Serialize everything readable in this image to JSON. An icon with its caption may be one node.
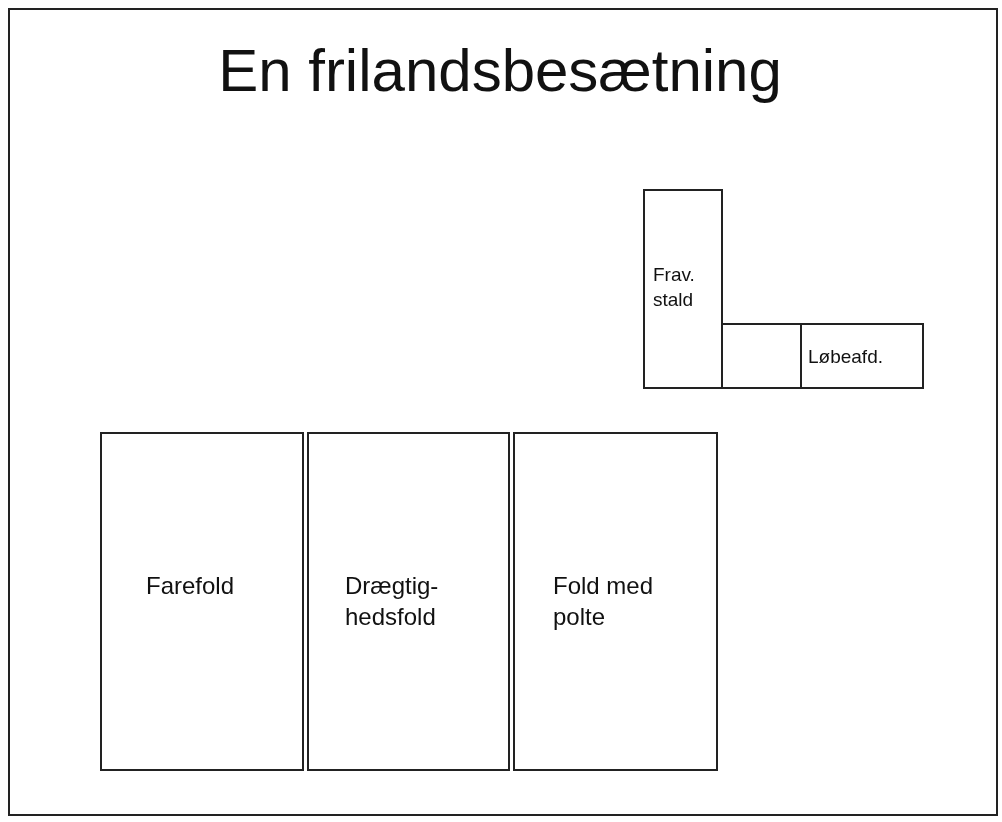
{
  "diagram": {
    "title": "En frilandsbesætning",
    "nodes": [
      {
        "text": [
          "Frav. stald"
        ]
      },
      {
        "text": [],
        "shape": "box"
      },
      {
        "text": [
          "Løbeafd."
        ]
      },
      {
        "text": [
          "Farefold"
        ]
      },
      {
        "text": [
          "Drægtig- hedsfold"
        ]
      },
      {
        "text": [
          "Fold med polte"
        ]
      }
    ],
    "edges": []
  }
}
